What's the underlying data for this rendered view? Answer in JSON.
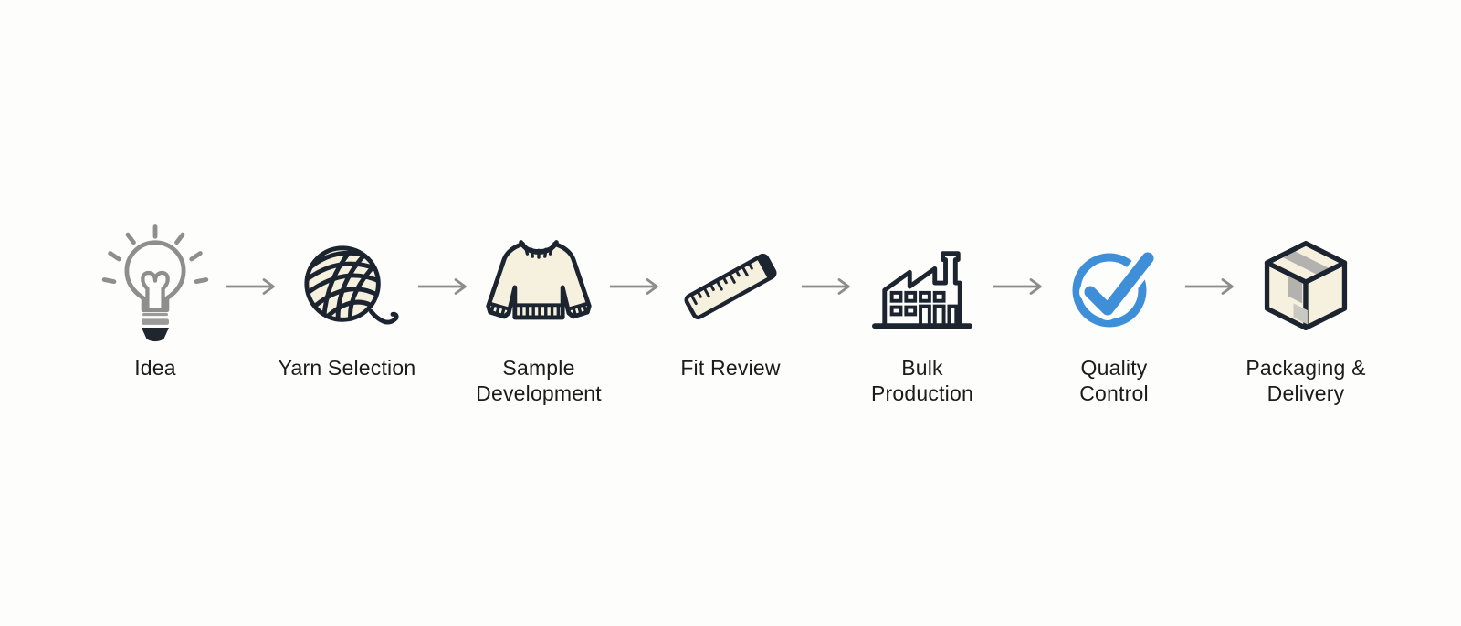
{
  "diagram": {
    "type": "process-flow",
    "direction": "left-to-right",
    "connector": "arrow-right",
    "steps": [
      {
        "id": "idea",
        "label": "Idea",
        "icon": "lightbulb-icon"
      },
      {
        "id": "yarn-selection",
        "label": "Yarn Selection",
        "icon": "yarn-ball-icon"
      },
      {
        "id": "sample-development",
        "label": "Sample\nDevelopment",
        "icon": "sweater-icon"
      },
      {
        "id": "fit-review",
        "label": "Fit Review",
        "icon": "ruler-icon"
      },
      {
        "id": "bulk-production",
        "label": "Bulk\nProduction",
        "icon": "factory-icon"
      },
      {
        "id": "quality-control",
        "label": "Quality\nControl",
        "icon": "check-circle-icon"
      },
      {
        "id": "packaging-delivery",
        "label": "Packaging &\nDelivery",
        "icon": "package-box-icon"
      }
    ]
  },
  "colors": {
    "background": "#FDFDFB",
    "label-text": "#1B1B1B",
    "arrow": "#8C8C8C",
    "icon-outline": "#1C2430",
    "icon-fill-cream": "#F6F1DF",
    "accent-blue": "#3E8FD8",
    "bulb-gray": "#8E8E8E",
    "bulb-band-gray": "#9A9A9A",
    "base-dark": "#20262E",
    "tape-gray": "#B3B2AE",
    "label-gray": "#C9C8C3"
  }
}
